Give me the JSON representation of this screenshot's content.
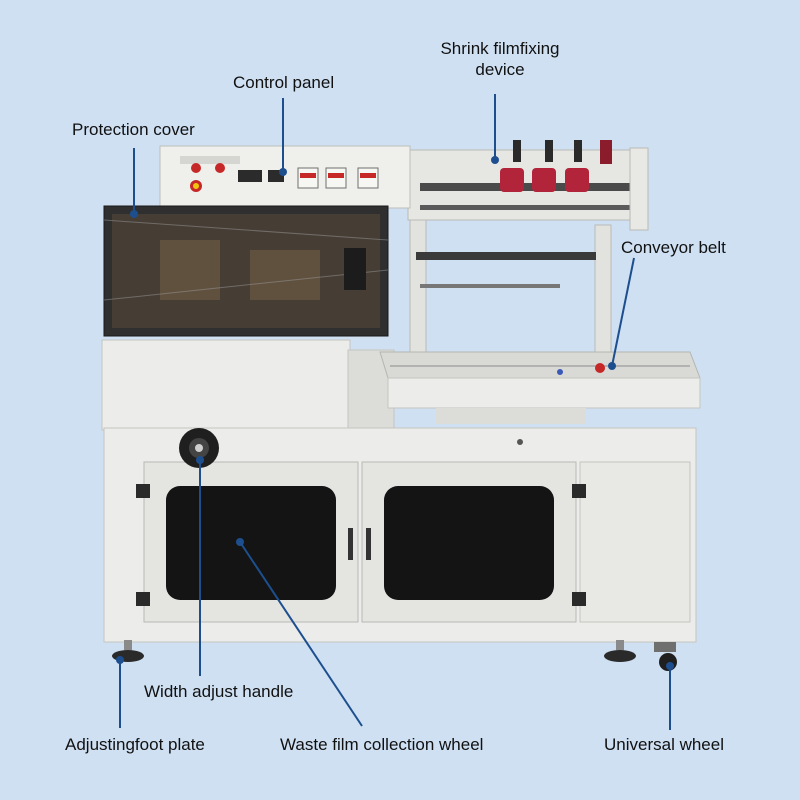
{
  "colors": {
    "background": "#cfe0f3",
    "machine_body": "#ececea",
    "machine_shadow": "#d2d2cf",
    "window_glass": "#141414",
    "leader_line": "#1d4f8f",
    "dot": "#1d4f8f",
    "label_text": "#111111",
    "button_red": "#c62828",
    "roller_red": "#b2243a"
  },
  "labels": {
    "shrink_film_line1": "Shrink filmfixing",
    "shrink_film_line2": "device",
    "control_panel": "Control panel",
    "protection_cover": "Protection cover",
    "conveyor_belt": "Conveyor belt",
    "width_adjust_handle": "Width adjust handle",
    "adjusting_foot_plate": "Adjustingfoot plate",
    "waste_film_wheel": "Waste film collection wheel",
    "universal_wheel": "Universal wheel"
  }
}
